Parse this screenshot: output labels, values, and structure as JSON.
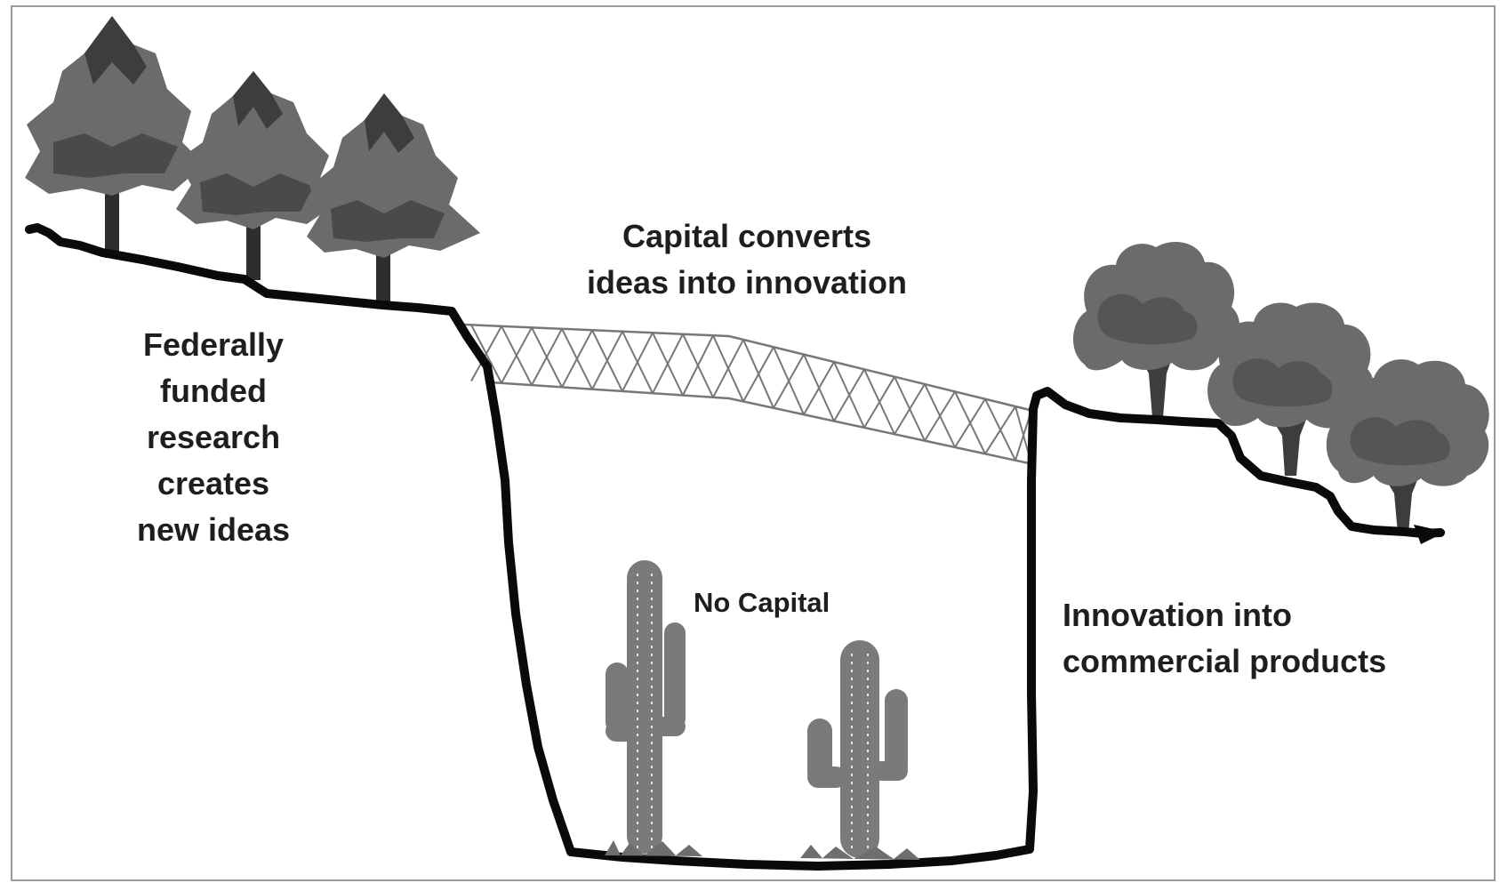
{
  "labels": {
    "research": [
      "Federally",
      "funded",
      "research",
      "creates",
      "new ideas"
    ],
    "capital": [
      "Capital converts",
      "ideas into innovation"
    ],
    "no_capital": "No Capital",
    "commercial": [
      "Innovation into",
      "commercial products"
    ]
  },
  "colors": {
    "ground": "#0a0a0a",
    "tree_canopy": "#6b6b6b",
    "tree_shade": "#3d3d3d",
    "bridge": "#777777",
    "cactus": "#7a7a7a",
    "text": "#1e1e1e"
  },
  "icons": {
    "left_trees": "pine-tree-icon",
    "right_trees": "round-tree-icon",
    "cacti": "cactus-icon",
    "bridge": "lattice-bridge-icon"
  }
}
